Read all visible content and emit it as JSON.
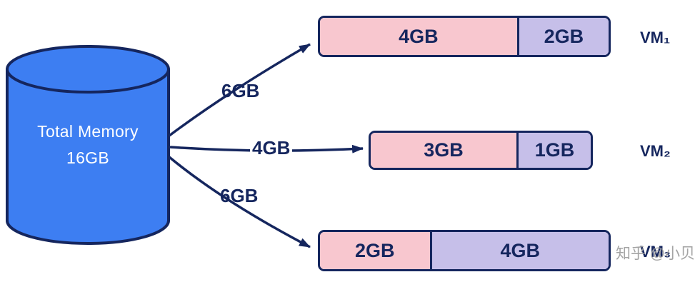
{
  "source": {
    "title": "Total Memory",
    "capacity": "16GB"
  },
  "allocations": [
    {
      "arrow_label": "6GB",
      "vm_label": "VM₁",
      "segments": [
        {
          "label": "4GB",
          "color": "pink"
        },
        {
          "label": "2GB",
          "color": "purple"
        }
      ]
    },
    {
      "arrow_label": "4GB",
      "vm_label": "VM₂",
      "segments": [
        {
          "label": "3GB",
          "color": "pink"
        },
        {
          "label": "1GB",
          "color": "purple"
        }
      ]
    },
    {
      "arrow_label": "6GB",
      "vm_label": "VM₃",
      "segments": [
        {
          "label": "2GB",
          "color": "pink"
        },
        {
          "label": "4GB",
          "color": "purple"
        }
      ]
    }
  ],
  "watermark": "知乎 @小贝",
  "colors": {
    "cylinder_fill": "#3d7ef2",
    "outline_navy": "#15265e",
    "segment_pink": "#f8c7cf",
    "segment_purple": "#c6bfe9",
    "watermark_grey": "#9b9b9b"
  }
}
